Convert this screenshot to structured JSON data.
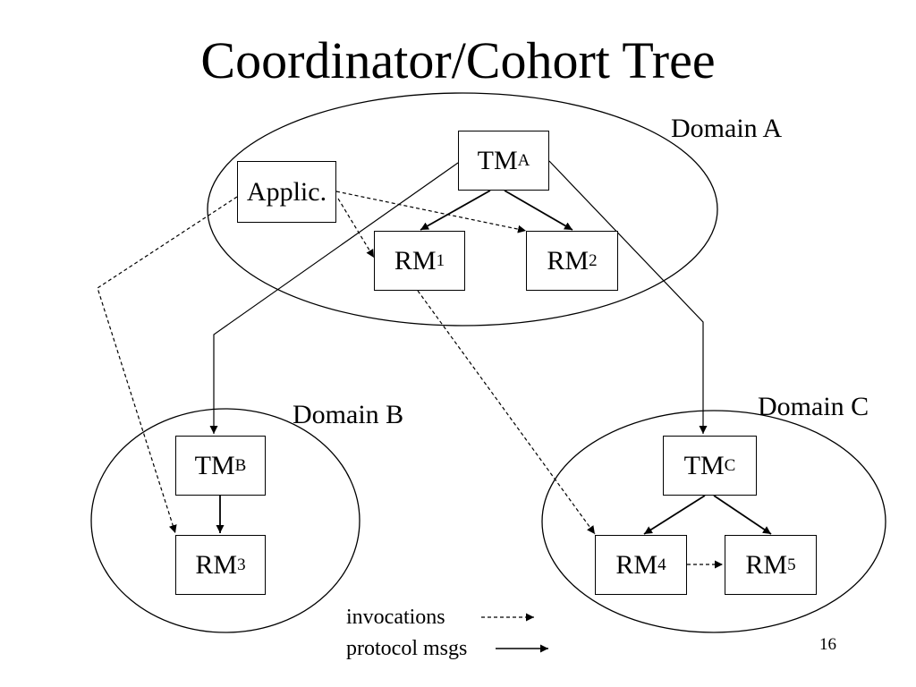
{
  "title": "Coordinator/Cohort Tree",
  "domains": {
    "a": "Domain A",
    "b": "Domain B",
    "c": "Domain C"
  },
  "nodes": {
    "applic": {
      "label": "Applic."
    },
    "tm_a": {
      "base": "TM",
      "sub": "A"
    },
    "rm_1": {
      "base": "RM",
      "sub": "1"
    },
    "rm_2": {
      "base": "RM",
      "sub": "2"
    },
    "tm_b": {
      "base": "TM",
      "sub": "B"
    },
    "rm_3": {
      "base": "RM",
      "sub": "3"
    },
    "tm_c": {
      "base": "TM",
      "sub": "C"
    },
    "rm_4": {
      "base": "RM",
      "sub": "4"
    },
    "rm_5": {
      "base": "RM",
      "sub": "5"
    }
  },
  "legend": {
    "invocations": "invocations",
    "protocol": "protocol msgs"
  },
  "page_number": "16"
}
